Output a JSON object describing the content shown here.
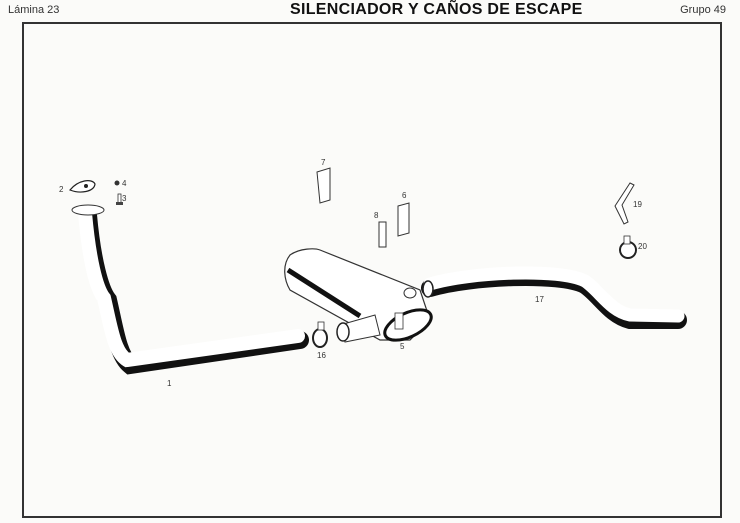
{
  "header": {
    "plate": "Lámina 23",
    "title": "SILENCIADOR Y CAÑOS DE ESCAPE",
    "group": "Grupo 49"
  },
  "parts": {
    "p1": "1",
    "p2": "2",
    "p3": "3",
    "p4": "4",
    "p5": "5",
    "p6": "6",
    "p7": "7",
    "p8": "8",
    "p16": "16",
    "p17": "17",
    "p19": "19",
    "p20": "20"
  }
}
